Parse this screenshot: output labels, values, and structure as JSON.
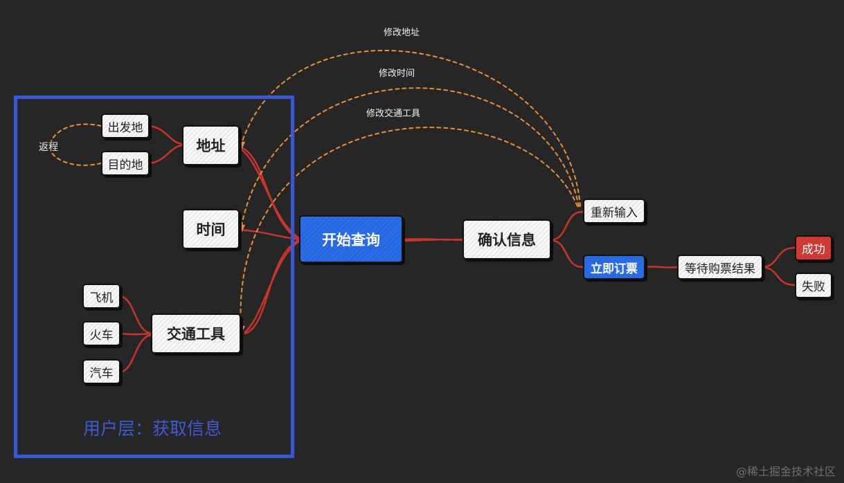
{
  "frame": {
    "caption": "用户层：获取信息",
    "color": "#3a58d6"
  },
  "nodes": {
    "departure": "出发地",
    "destination": "目的地",
    "round_trip": "返程",
    "address": "地址",
    "time": "时间",
    "plane": "飞机",
    "train": "火车",
    "car": "汽车",
    "transport": "交通工具",
    "start_query": "开始查询",
    "confirm_info": "确认信息",
    "re_enter": "重新输入",
    "book_now": "立即订票",
    "wait_result": "等待购票结果",
    "success": "成功",
    "failure": "失败"
  },
  "edge_labels": {
    "modify_address": "修改地址",
    "modify_time": "修改时间",
    "modify_transport": "修改交通工具"
  },
  "colors": {
    "link": "#c9342e",
    "dashed": "#e8923a",
    "accent_blue": "#2b6de8",
    "success_red": "#d63a35"
  },
  "watermark": "@稀土掘金技术社区"
}
